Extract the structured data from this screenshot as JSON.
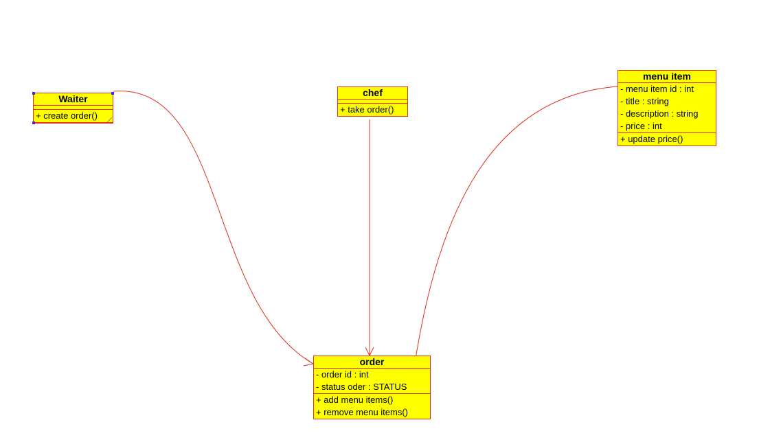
{
  "diagram": {
    "colors": {
      "class_fill": "#ffff00",
      "class_border": "#e0301e",
      "connector": "#e0301e",
      "selection_handle": "#3a2bd6"
    },
    "classes": {
      "waiter": {
        "name": "Waiter",
        "attributes": [],
        "operations": [
          "+ create order()"
        ],
        "selected": true
      },
      "chef": {
        "name": "chef",
        "attributes": [],
        "operations": [
          "+ take order()"
        ]
      },
      "menu_item": {
        "name": "menu item",
        "attributes": [
          "- menu item id : int",
          "- title : string",
          "- description : string",
          "- price : int"
        ],
        "operations": [
          "+ update price()"
        ]
      },
      "order": {
        "name": "order",
        "attributes": [
          "- order id : int",
          "- status oder : STATUS"
        ],
        "operations": [
          "+ add menu items()",
          "+ remove menu items()"
        ]
      }
    },
    "associations": [
      {
        "from": "waiter",
        "to": "order",
        "arrow": "open"
      },
      {
        "from": "chef",
        "to": "order",
        "arrow": "open"
      },
      {
        "from": "menu_item",
        "to": "order",
        "arrow": "none"
      }
    ]
  }
}
